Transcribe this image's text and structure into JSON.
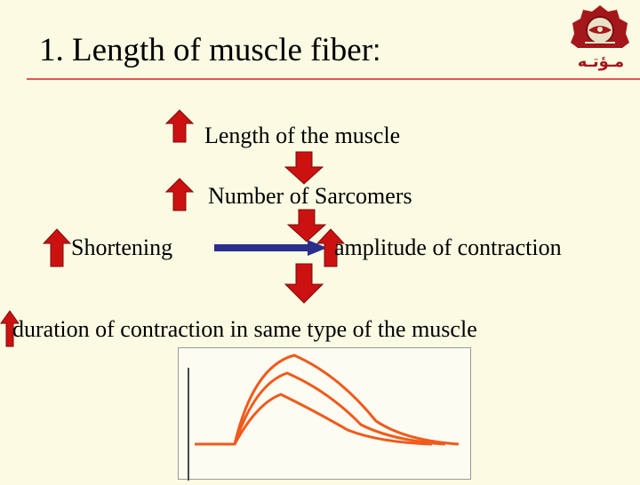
{
  "slide": {
    "title": "1. Length of muscle fiber",
    "title_colon": ":",
    "logo": {
      "description": "university emblem",
      "inscription": "ﻣـﺆﺗـﻪ"
    },
    "statements": {
      "length_of_muscle": "Length of the muscle",
      "number_of_sarcomers": "Number of Sarcomers",
      "shortening": "Shortening",
      "amplitude": "amplitude of contraction",
      "duration": "duration of contraction in same type of the muscle"
    },
    "arrows": {
      "up_color": "#cc1111",
      "down_color": "#cc1111",
      "connector_color": "#2a2f8c"
    },
    "graph": {
      "curve_color": "#f05a1c",
      "curves": 3
    }
  }
}
